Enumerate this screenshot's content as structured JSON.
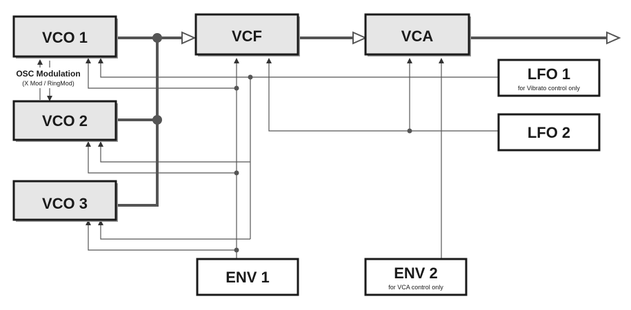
{
  "modules": {
    "vco1": {
      "label": "VCO 1"
    },
    "vco2": {
      "label": "VCO 2"
    },
    "vco3": {
      "label": "VCO 3"
    },
    "vcf": {
      "label": "VCF"
    },
    "vca": {
      "label": "VCA"
    },
    "lfo1": {
      "label": "LFO 1",
      "note": "for Vibrato control only"
    },
    "lfo2": {
      "label": "LFO 2"
    },
    "env1": {
      "label": "ENV 1"
    },
    "env2": {
      "label": "ENV 2",
      "note": "for VCA control only"
    }
  },
  "osc_modulation": {
    "title": "OSC Modulation",
    "subtitle": "(X Mod / RingMod)"
  },
  "colors": {
    "box_fill": "#e6e6e6",
    "line": "#555555",
    "text": "#1a1a1a"
  }
}
